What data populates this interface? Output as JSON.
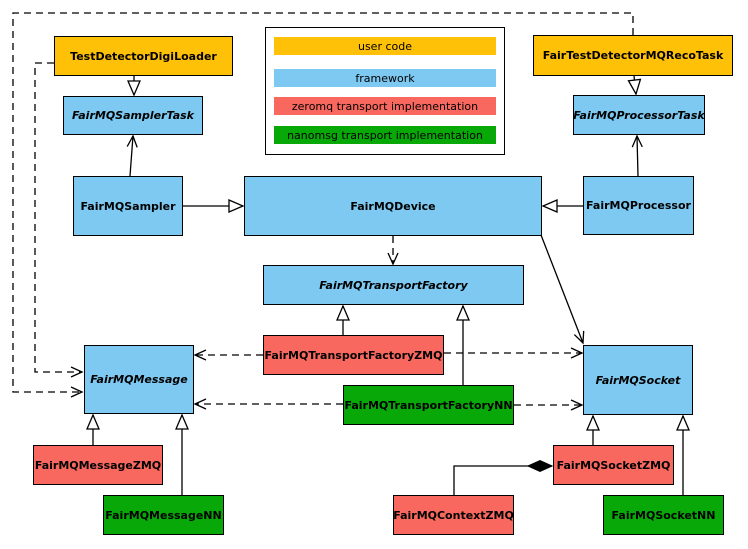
{
  "colors": {
    "user_code": "#FFC107",
    "framework": "#7DC9F1",
    "zeromq": "#F9685F",
    "nanomsg": "#08A808",
    "edge": "#000000",
    "background": "#FFFFFF"
  },
  "legend": {
    "items": [
      {
        "label": "user code",
        "color": "user_code"
      },
      {
        "label": "framework",
        "color": "framework"
      },
      {
        "label": "zeromq transport implementation",
        "color": "zeromq"
      },
      {
        "label": "nanomsg transport implementation",
        "color": "nanomsg"
      }
    ]
  },
  "nodes": {
    "TestDetectorDigiLoader": {
      "label": "TestDetectorDigiLoader",
      "role": "user_code",
      "abstract": false
    },
    "FairMQSamplerTask": {
      "label": "FairMQSamplerTask",
      "role": "framework",
      "abstract": true
    },
    "FairTestDetectorMQRecoTask": {
      "label": "FairTestDetectorMQRecoTask",
      "role": "user_code",
      "abstract": false
    },
    "FairMQProcessorTask": {
      "label": "FairMQProcessorTask",
      "role": "framework",
      "abstract": true
    },
    "FairMQSampler": {
      "label": "FairMQSampler",
      "role": "framework",
      "abstract": false
    },
    "FairMQDevice": {
      "label": "FairMQDevice",
      "role": "framework",
      "abstract": false
    },
    "FairMQProcessor": {
      "label": "FairMQProcessor",
      "role": "framework",
      "abstract": false
    },
    "FairMQTransportFactory": {
      "label": "FairMQTransportFactory",
      "role": "framework",
      "abstract": true
    },
    "FairMQTransportFactoryZMQ": {
      "label": "FairMQTransportFactoryZMQ",
      "role": "zeromq",
      "abstract": false
    },
    "FairMQTransportFactoryNN": {
      "label": "FairMQTransportFactoryNN",
      "role": "nanomsg",
      "abstract": false
    },
    "FairMQMessage": {
      "label": "FairMQMessage",
      "role": "framework",
      "abstract": true
    },
    "FairMQSocket": {
      "label": "FairMQSocket",
      "role": "framework",
      "abstract": true
    },
    "FairMQMessageZMQ": {
      "label": "FairMQMessageZMQ",
      "role": "zeromq",
      "abstract": false
    },
    "FairMQMessageNN": {
      "label": "FairMQMessageNN",
      "role": "nanomsg",
      "abstract": false
    },
    "FairMQSocketZMQ": {
      "label": "FairMQSocketZMQ",
      "role": "zeromq",
      "abstract": false
    },
    "FairMQContextZMQ": {
      "label": "FairMQContextZMQ",
      "role": "zeromq",
      "abstract": false
    },
    "FairMQSocketNN": {
      "label": "FairMQSocketNN",
      "role": "nanomsg",
      "abstract": false
    }
  },
  "edges": [
    {
      "from": "TestDetectorDigiLoader",
      "to": "FairMQSamplerTask",
      "type": "inheritance"
    },
    {
      "from": "FairMQSampler",
      "to": "FairMQSamplerTask",
      "type": "association"
    },
    {
      "from": "FairTestDetectorMQRecoTask",
      "to": "FairMQProcessorTask",
      "type": "inheritance"
    },
    {
      "from": "FairMQProcessor",
      "to": "FairMQProcessorTask",
      "type": "association"
    },
    {
      "from": "FairMQSampler",
      "to": "FairMQDevice",
      "type": "inheritance"
    },
    {
      "from": "FairMQProcessor",
      "to": "FairMQDevice",
      "type": "inheritance"
    },
    {
      "from": "FairMQDevice",
      "to": "FairMQTransportFactory",
      "type": "dashed-dependency"
    },
    {
      "from": "FairMQDevice",
      "to": "FairMQSocket",
      "type": "association"
    },
    {
      "from": "TestDetectorDigiLoader",
      "to": "FairMQMessage",
      "type": "dashed-dependency"
    },
    {
      "from": "FairTestDetectorMQRecoTask",
      "to": "FairMQMessage",
      "type": "dashed-dependency"
    },
    {
      "from": "FairMQTransportFactoryZMQ",
      "to": "FairMQTransportFactory",
      "type": "inheritance"
    },
    {
      "from": "FairMQTransportFactoryNN",
      "to": "FairMQTransportFactory",
      "type": "inheritance"
    },
    {
      "from": "FairMQTransportFactoryZMQ",
      "to": "FairMQMessage",
      "type": "dashed-dependency"
    },
    {
      "from": "FairMQTransportFactoryZMQ",
      "to": "FairMQSocket",
      "type": "dashed-dependency"
    },
    {
      "from": "FairMQTransportFactoryNN",
      "to": "FairMQMessage",
      "type": "dashed-dependency"
    },
    {
      "from": "FairMQTransportFactoryNN",
      "to": "FairMQSocket",
      "type": "dashed-dependency"
    },
    {
      "from": "FairMQMessageZMQ",
      "to": "FairMQMessage",
      "type": "inheritance"
    },
    {
      "from": "FairMQMessageNN",
      "to": "FairMQMessage",
      "type": "inheritance"
    },
    {
      "from": "FairMQSocketZMQ",
      "to": "FairMQSocket",
      "type": "inheritance"
    },
    {
      "from": "FairMQSocketNN",
      "to": "FairMQSocket",
      "type": "inheritance"
    },
    {
      "from": "FairMQContextZMQ",
      "to": "FairMQSocketZMQ",
      "type": "composition"
    }
  ]
}
